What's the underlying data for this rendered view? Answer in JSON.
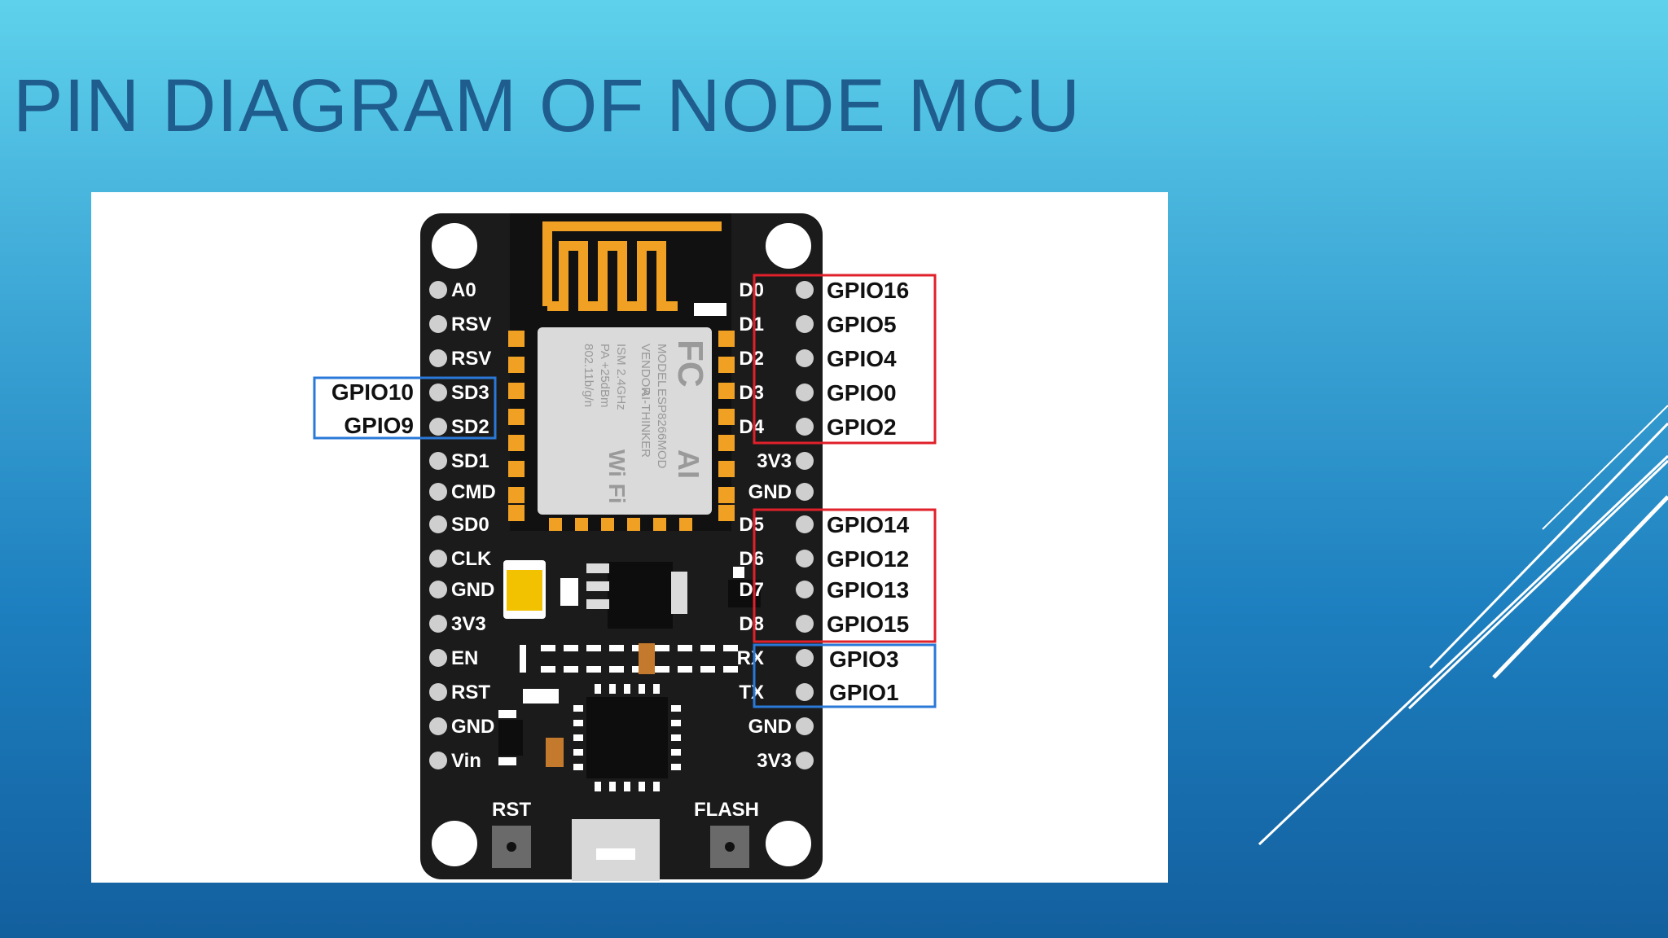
{
  "slide": {
    "title": "PIN DIAGRAM OF NODE MCU"
  },
  "colors": {
    "title": "#1f5d8e",
    "board": "#1b1b1b",
    "antenna": "#f0a023",
    "red_box": "#e0202a",
    "blue_box": "#2a78d8"
  },
  "board": {
    "left_pins": [
      "A0",
      "RSV",
      "RSV",
      "SD3",
      "SD2",
      "SD1",
      "CMD",
      "SD0",
      "CLK",
      "GND",
      "3V3",
      "EN",
      "RST",
      "GND",
      "Vin"
    ],
    "right_pins": [
      "D0",
      "D1",
      "D2",
      "D3",
      "D4",
      "3V3",
      "GND",
      "D5",
      "D6",
      "D7",
      "D8",
      "RX",
      "TX",
      "GND",
      "3V3"
    ],
    "left_gpio": [
      "GPIO10",
      "GPIO9"
    ],
    "right_gpio_group1": [
      "GPIO16",
      "GPIO5",
      "GPIO4",
      "GPIO0",
      "GPIO2"
    ],
    "right_gpio_group2": [
      "GPIO14",
      "GPIO12",
      "GPIO13",
      "GPIO15"
    ],
    "right_gpio_group3": [
      "GPIO3",
      "GPIO1"
    ],
    "buttons": {
      "rst": "RST",
      "flash": "FLASH"
    },
    "chip_label": {
      "logo_fc": "FC",
      "logo_ai": "AI",
      "logo_wifi": "Wi Fi",
      "lines": [
        "MODEL",
        "ESP8266MOD",
        "VENDOR",
        "AI-THINKER",
        "ISM 2.4GHz",
        "PA +25dBm",
        "802.11b/g/n"
      ]
    }
  }
}
